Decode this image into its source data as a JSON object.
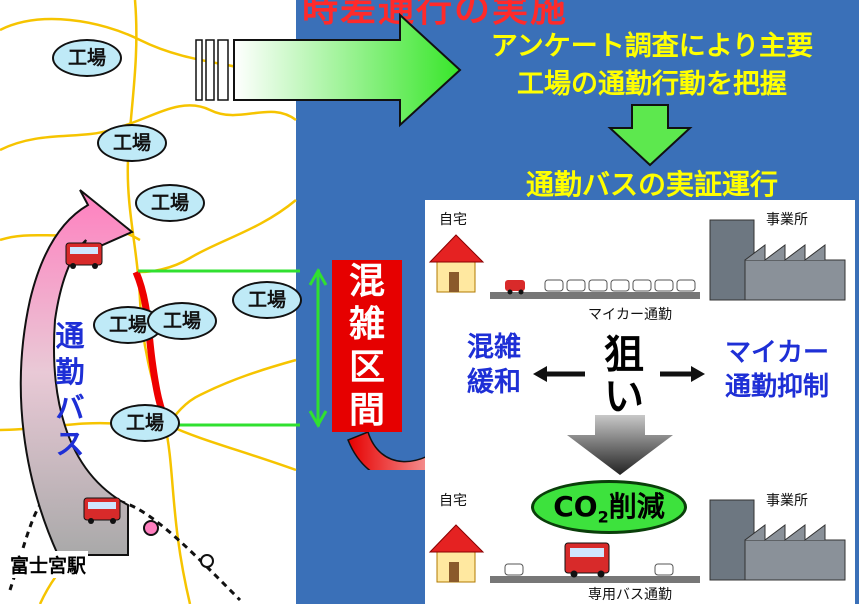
{
  "title_partial": "の通勤・時差通行の実施",
  "map": {
    "factory_label": "工場",
    "bus_label": "通勤バス",
    "station_label": "富士宮駅"
  },
  "flow": {
    "survey_line1": "アンケート調査により主要",
    "survey_line2": "工場の通勤行動を把握",
    "trial_operation": "通勤バスの実証運行"
  },
  "congestion_section": "混雑区間",
  "scenario_before": {
    "home": "自宅",
    "office": "事業所",
    "caption": "マイカー通勤"
  },
  "scenario_after": {
    "home": "自宅",
    "office": "事業所",
    "caption": "専用バス通勤"
  },
  "goals": {
    "aim": "狙い",
    "relief_line1": "混雑",
    "relief_line2": "緩和",
    "suppress_line1": "マイカー",
    "suppress_line2": "通勤抑制"
  },
  "co2": {
    "prefix": "CO",
    "subscript": "2",
    "suffix": "削減"
  },
  "colors": {
    "background": "#3a70b8",
    "highlight_yellow": "#ffff00",
    "congestion_red": "#e60000",
    "bus_blue": "#1e2fd6",
    "co2_green": "#3de23d"
  }
}
